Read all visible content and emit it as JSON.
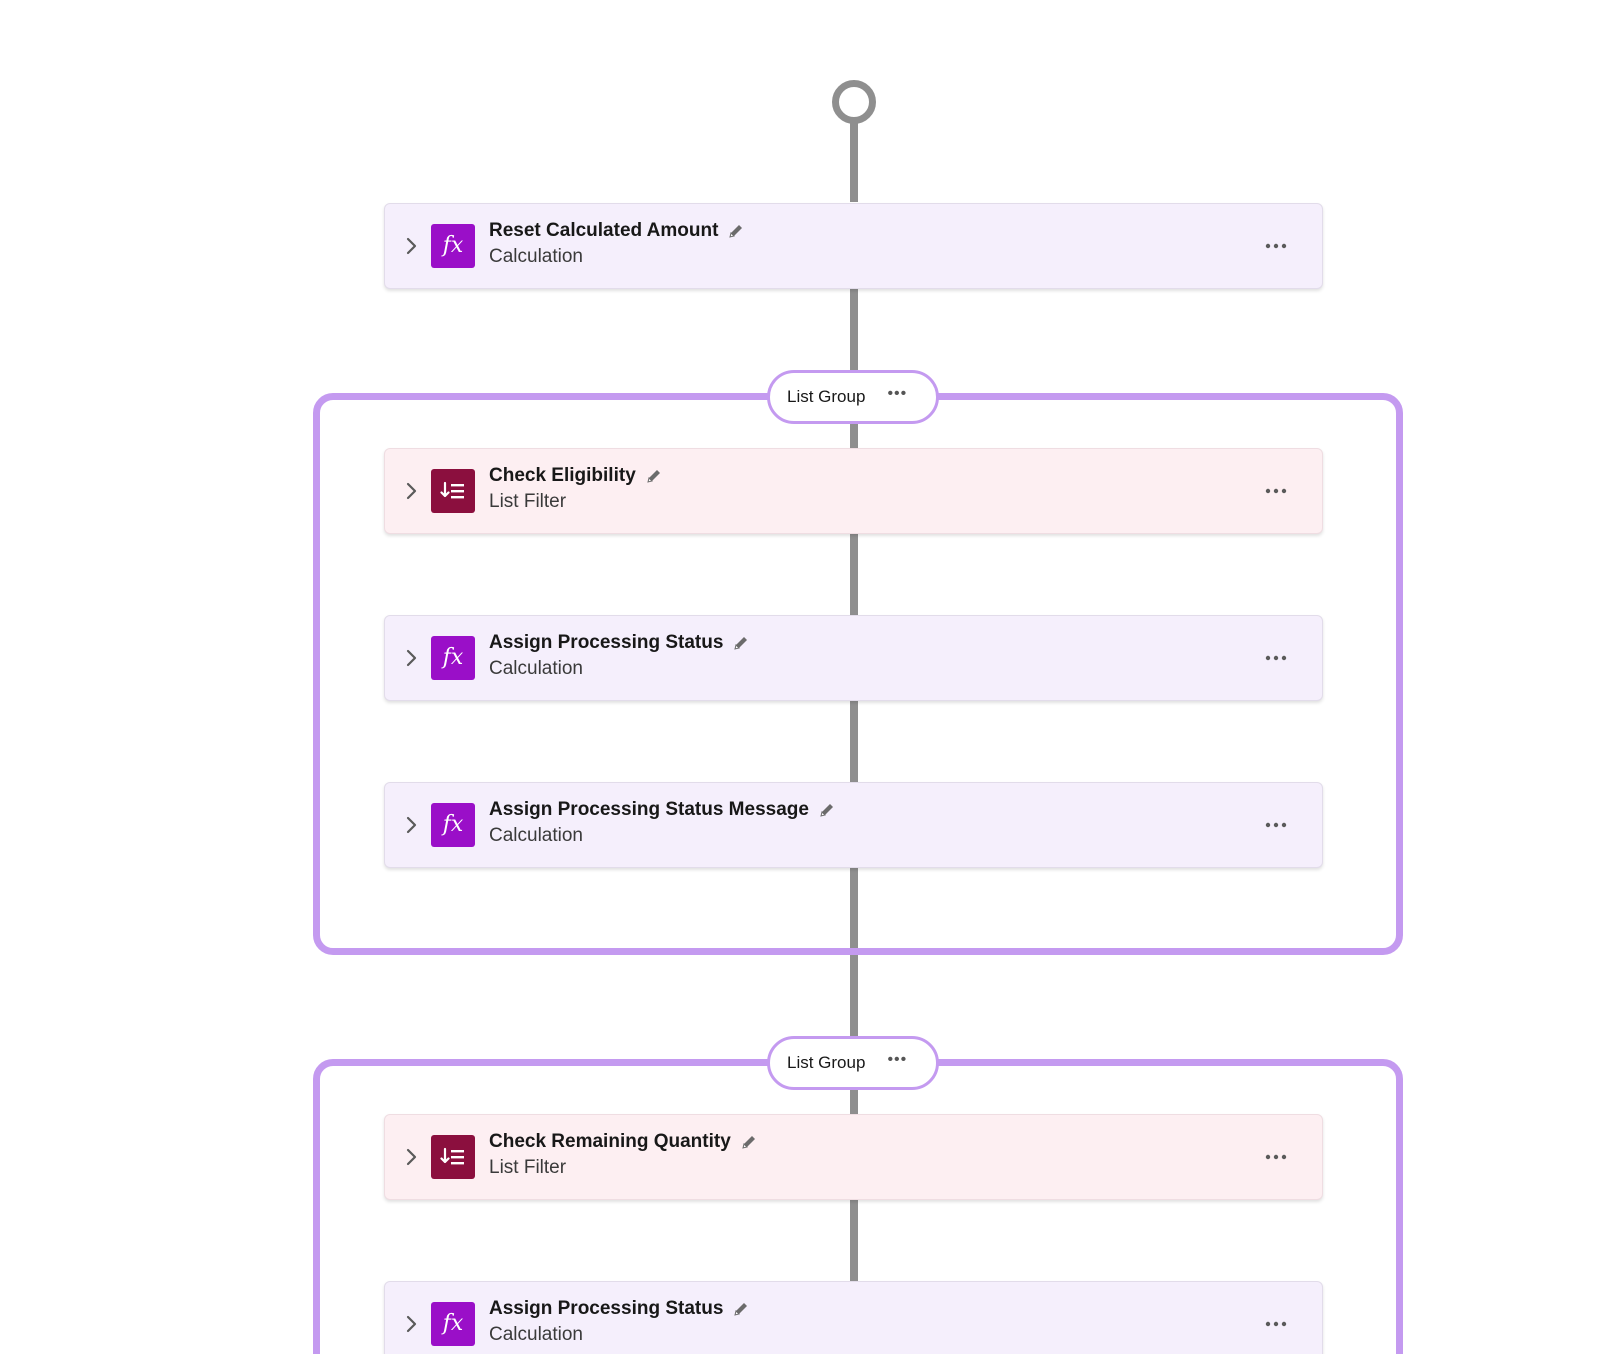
{
  "flow": {
    "elements": [
      {
        "title": "Reset Calculated Amount",
        "type": "Calculation",
        "icon": "fx-icon",
        "kind": "calc"
      },
      {
        "title": "Check Eligibility",
        "type": "List Filter",
        "icon": "list-filter-icon",
        "kind": "filter"
      },
      {
        "title": "Assign Processing Status",
        "type": "Calculation",
        "icon": "fx-icon",
        "kind": "calc"
      },
      {
        "title": "Assign Processing Status Message",
        "type": "Calculation",
        "icon": "fx-icon",
        "kind": "calc"
      },
      {
        "title": "Check Remaining Quantity",
        "type": "List Filter",
        "icon": "list-filter-icon",
        "kind": "filter"
      },
      {
        "title": "Assign Processing Status",
        "type": "Calculation",
        "icon": "fx-icon",
        "kind": "calc"
      }
    ],
    "groups": [
      {
        "label": "List Group",
        "menu": "•••"
      },
      {
        "label": "List Group",
        "menu": "•••"
      }
    ],
    "fx_glyph": "fx"
  },
  "colors": {
    "connector": "#8f8f8f",
    "group_border": "#c49af0",
    "calc_card_bg": "#f5effc",
    "filter_card_bg": "#fdeff2",
    "calc_icon_bg": "#9a0fc8",
    "filter_icon_bg": "#8b0f3e"
  }
}
